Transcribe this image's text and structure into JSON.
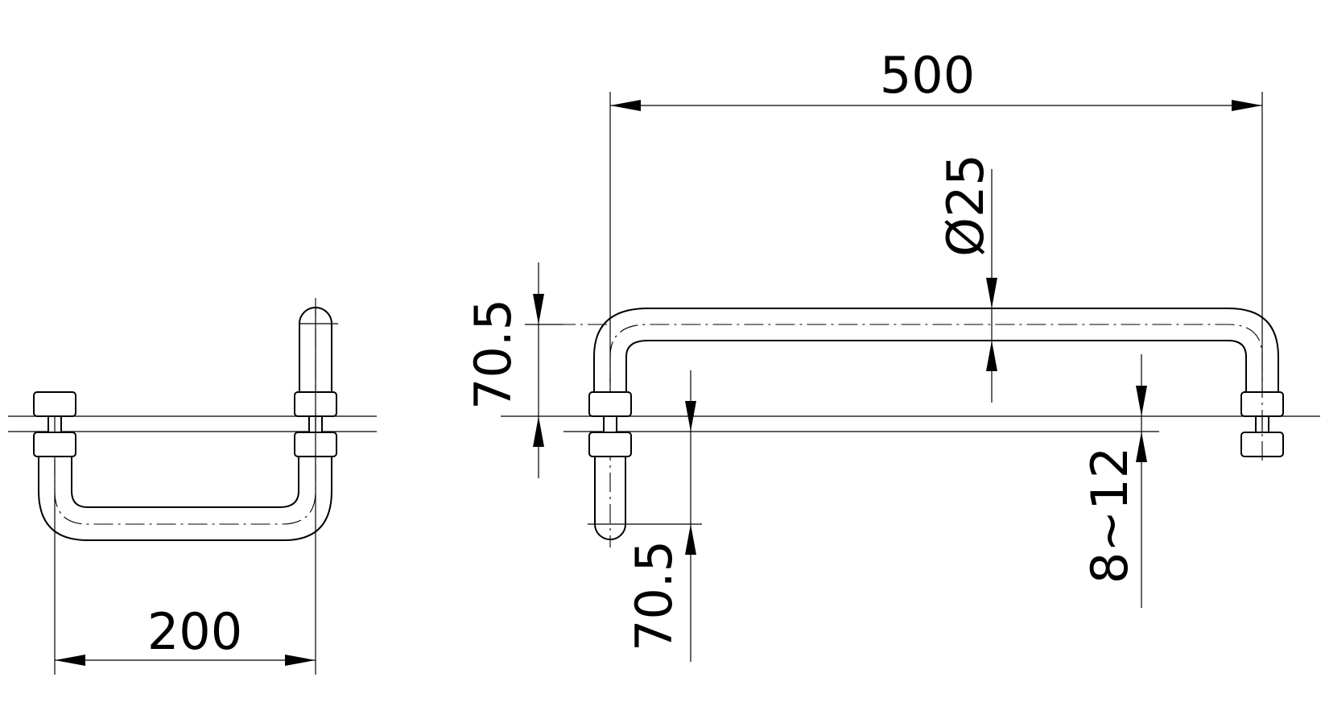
{
  "dimensions": {
    "length": "500",
    "diameter": "Ø25",
    "height_top": "70.5",
    "height_bottom": "70.5",
    "gap": "8~12",
    "width": "200"
  }
}
